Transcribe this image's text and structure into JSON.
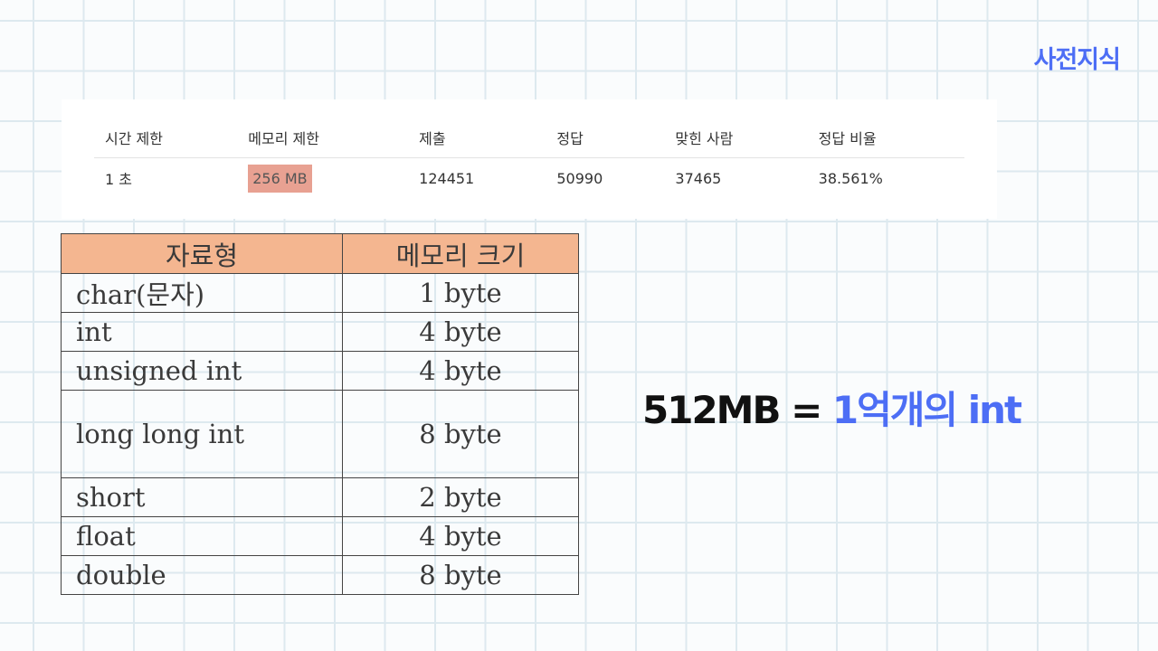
{
  "badge": "사전지식",
  "problem_info": {
    "headers": [
      "시간 제한",
      "메모리 제한",
      "제출",
      "정답",
      "맞힌 사람",
      "정답 비율"
    ],
    "values": [
      "1 초",
      "256 MB",
      "124451",
      "50990",
      "37465",
      "38.561%"
    ],
    "highlight_color": "#e8a192"
  },
  "data_types": {
    "header_bg": "#f4b690",
    "headers": [
      "자료형",
      "메모리 크기"
    ],
    "rows": [
      {
        "type": "char(문자)",
        "size": "1 byte"
      },
      {
        "type": "int",
        "size": "4 byte"
      },
      {
        "type": "unsigned int",
        "size": "4 byte"
      },
      {
        "type": "long long int",
        "size": "8 byte"
      },
      {
        "type": "short",
        "size": "2 byte"
      },
      {
        "type": "float",
        "size": "4 byte"
      },
      {
        "type": "double",
        "size": "8 byte"
      }
    ]
  },
  "statement": {
    "lhs": "512MB = ",
    "rhs": "1억개의 int",
    "accent_color": "#4d6ef5"
  }
}
